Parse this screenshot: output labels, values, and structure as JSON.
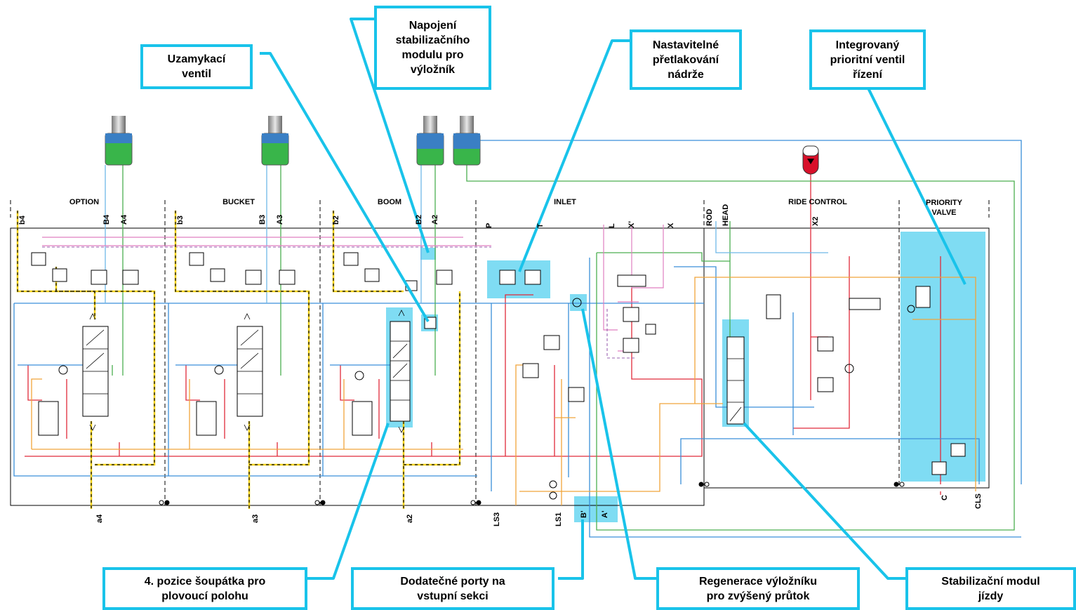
{
  "colors": {
    "callout_border": "#19c3ea",
    "highlight": "#7fdcf3",
    "pressure": "#e02a3a",
    "tank": "#3a8fd9",
    "pilot": "#e07fc0",
    "load_sense": "#f0a43a",
    "work_port": "#4caf50",
    "cylinder_fluid": "#39b54a",
    "accumulator": "#d8102a"
  },
  "callouts": {
    "uzamykaci": "Uzamykací\nventil",
    "napojeni": "Napojení\nstabilizačního\nmodulu pro\nvýložník",
    "nastavitelne": "Nastavitelné\npřetlakování\nnádrže",
    "integrovany": "Integrovaný\nprioritní ventil\nřízení",
    "pozice": "4. pozice šoupátka pro\nplovoucí polohu",
    "dodatecne": "Dodatečné porty na\nvstupní sekci",
    "regenerace": "Regenerace výložníku\npro zvýšený průtok",
    "stabilizacni": "Stabilizační modul\njízdy"
  },
  "sections": {
    "option": "OPTION",
    "bucket": "BUCKET",
    "boom": "BOOM",
    "inlet": "INLET",
    "ride_control": "RIDE CONTROL",
    "priority_valve": "PRIORITY\nVALVE"
  },
  "ports": {
    "b4": "b4",
    "B4": "B4",
    "A4": "A4",
    "a4": "a4",
    "b3": "b3",
    "B3": "B3",
    "A3": "A3",
    "a3": "a3",
    "b2": "b2",
    "B2": "B2",
    "A2": "A2",
    "a2": "a2",
    "P": "P",
    "T": "T",
    "L": "L",
    "Xp": "X'",
    "X": "X",
    "LS3": "LS3",
    "LS1": "LS1",
    "Bp": "B'",
    "Ap": "A'",
    "ROD": "ROD",
    "HEAD": "HEAD",
    "X2": "X2",
    "C": "C",
    "CLS": "CLS"
  }
}
